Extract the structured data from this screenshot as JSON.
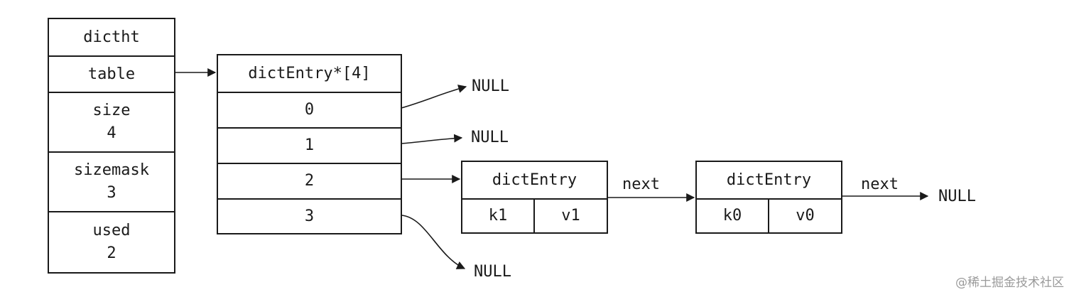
{
  "dictht": {
    "header": "dictht",
    "table": "table",
    "size_label": "size",
    "size_value": "4",
    "sizemask_label": "sizemask",
    "sizemask_value": "3",
    "used_label": "used",
    "used_value": "2"
  },
  "table_array": {
    "header": "dictEntry*[4]",
    "slots": [
      "0",
      "1",
      "2",
      "3"
    ]
  },
  "entries": [
    {
      "header": "dictEntry",
      "key": "k1",
      "value": "v1"
    },
    {
      "header": "dictEntry",
      "key": "k0",
      "value": "v0"
    }
  ],
  "labels": {
    "null": "NULL",
    "next": "next"
  },
  "watermark": "@稀土掘金技术社区"
}
